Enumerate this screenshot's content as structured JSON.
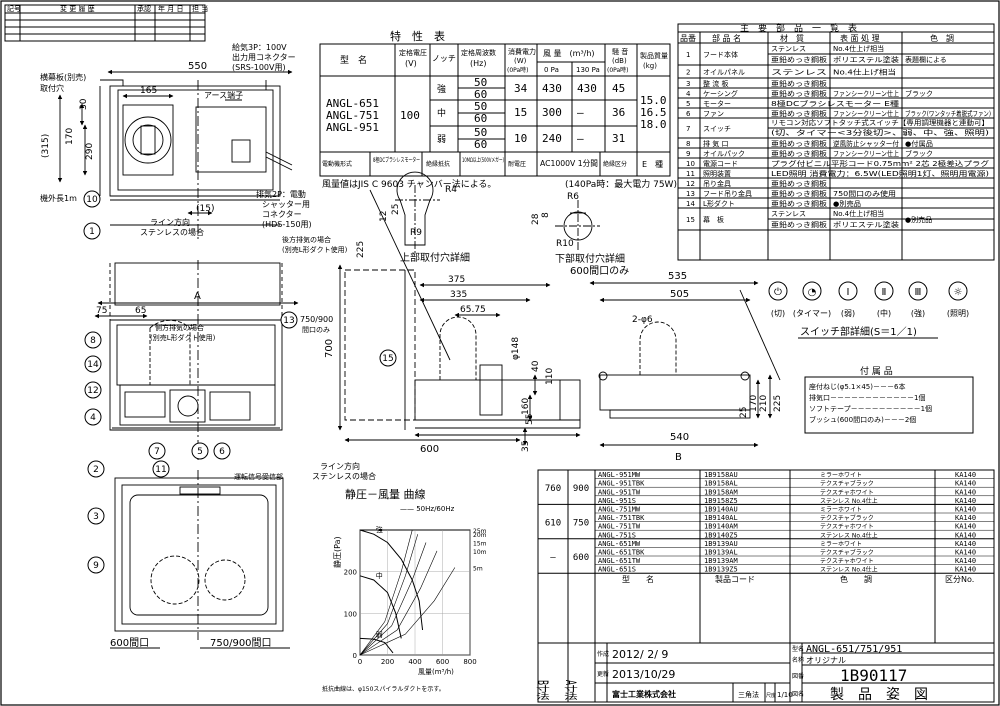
{
  "revision": {
    "headers": [
      "記号",
      "変 更 履 歴",
      "承認",
      "年 月 日",
      "担 当"
    ]
  },
  "spec": {
    "title": "特　性　表",
    "h_model": "型　名",
    "h_voltage": "定格電圧",
    "h_voltage_u": "(V)",
    "h_notch": "ノッチ",
    "h_freq": "定格周波数",
    "h_freq_u": "(Hz)",
    "h_power": "消費電力",
    "h_power_u": "(W)",
    "h_power_n": "(0Pa時)",
    "h_air": "風 量　(m³/h)",
    "h_air0": "0 Pa",
    "h_air130": "130 Pa",
    "h_noise": "騒 音",
    "h_noise_u": "(dB)",
    "h_noise_n": "(0Pa時)",
    "h_mass": "製品質量",
    "h_mass_u": "(kg)",
    "models": [
      "ANGL-651",
      "ANGL-751",
      "ANGL-951"
    ],
    "voltage": "100",
    "rows": [
      {
        "notch": "強",
        "f1": "50",
        "f2": "60",
        "power": "34",
        "a0": "430",
        "a130": "430",
        "noise": "45"
      },
      {
        "notch": "中",
        "f1": "50",
        "f2": "60",
        "power": "15",
        "a0": "300",
        "a130": "—",
        "noise": "36"
      },
      {
        "notch": "弱",
        "f1": "50",
        "f2": "60",
        "power": "10",
        "a0": "240",
        "a130": "—",
        "noise": "31"
      }
    ],
    "mass": [
      "15.0",
      "16.5",
      "18.0"
    ],
    "motor_l": "電動機形式",
    "motor_v": "8極DCブラシレスモーター",
    "ins_l": "絶縁抵抗",
    "ins_v": "10MΩ以上(500Vメガー)",
    "vol_l": "耐電圧",
    "vol_v": "AC1000V 1分間",
    "cls_l": "絶縁区分",
    "cls_v": "E　種",
    "note": "風量値はJIS C 9603 チャンバー法による。",
    "note2": "(140Pa時：最大電力 75W)"
  },
  "parts": {
    "title": "主　要　部　品　一　覧　表",
    "headers": [
      "品番",
      "部 品 名",
      "材　質",
      "表 面 処 理",
      "色　調"
    ],
    "rows": [
      {
        "no": "1",
        "name": "フード本体",
        "m1": "ステンレス",
        "s1": "No.4仕上げ相当",
        "c1": "",
        "m2": "亜鉛めっき鋼板",
        "s2": "ポリエステル塗装",
        "c2": "表題欄による"
      },
      {
        "no": "2",
        "name": "オイルパネル",
        "m": "ステンレス",
        "s": "No.4仕上げ相当",
        "c": ""
      },
      {
        "no": "3",
        "name": "整 流 板",
        "m": "亜鉛めっき鋼板",
        "s": "",
        "c": ""
      },
      {
        "no": "4",
        "name": "ケーシング",
        "m": "亜鉛めっき鋼板",
        "s": "ファンシークリーン仕上",
        "c": "ブラック"
      },
      {
        "no": "5",
        "name": "モーター",
        "m": "8極DCブラシレスモーター E種",
        "s": "",
        "c": ""
      },
      {
        "no": "6",
        "name": "ファン",
        "m": "亜鉛めっき鋼板",
        "s": "ファンシークリーン仕上",
        "c": "ブラック(ワンタッチ着脱式ファン)"
      },
      {
        "no": "7",
        "name": "スイッチ",
        "m": "リモコン対応ソフトタッチ式スイッチ【専用調理機器と連動可】",
        "m2": "(切、タイマー<3分後切>、弱、中、強、照明)"
      },
      {
        "no": "8",
        "name": "排 気 口",
        "m": "亜鉛めっき鋼板",
        "s": "逆風防止シャッター付",
        "c": "●付属品"
      },
      {
        "no": "9",
        "name": "オイルパック",
        "m": "亜鉛めっき鋼板",
        "s": "ファンシークリーン仕上",
        "c": "ブラック"
      },
      {
        "no": "10",
        "name": "電源コード",
        "m": "プラグ付ビニル平形コード0.75mm² 2芯 2極差込プラグ"
      },
      {
        "no": "11",
        "name": "照明装置",
        "m": "LED照明 消費電力：6.5W(LED照明1灯、照明用電源)"
      },
      {
        "no": "12",
        "name": "吊り金具",
        "m": "亜鉛めっき鋼板"
      },
      {
        "no": "13",
        "name": "フード吊り金具",
        "m": "亜鉛めっき鋼板",
        "s": "750間口のみ使用"
      },
      {
        "no": "14",
        "name": "L形ダクト",
        "m": "亜鉛めっき鋼板",
        "s": "●別売品"
      },
      {
        "no": "15",
        "name": "幕　板",
        "m1": "ステンレス",
        "s1": "No.4仕上げ相当",
        "m2": "亜鉛めっき鋼板",
        "s2": "ポリエステル塗装",
        "c": "●別売品"
      }
    ]
  },
  "switch": {
    "labels": [
      "(切)",
      "(タイマー)",
      "(弱)",
      "(中)",
      "(強)",
      "(照明)"
    ],
    "symbols": [
      "⏻",
      "◔",
      "Ⅰ",
      "Ⅱ",
      "Ⅲ",
      "☼"
    ],
    "title": "スイッチ部詳細(S＝1／1)"
  },
  "accessories": {
    "title": "付 属 品",
    "items": [
      "座付ねじ(φ5.1×45)－－－6本",
      "排気口－－－－－－－－－－－－1個",
      "ソフトテープ－－－－－－－－－－1個",
      "ブッシュ(600間口のみ)－－－2個"
    ]
  },
  "labels": {
    "side_plate": "横幕板(別売)",
    "mount_hole": "取付穴",
    "dim550": "550",
    "dim165": "165",
    "earth": "アース端子",
    "d30": "30",
    "d170": "170",
    "d290": "290",
    "d315": "(315)",
    "d15": "(15)",
    "conn3p": "給気3P：100V",
    "conn3p2": "出力用コネクター",
    "conn3p3": "(SRS-100V用)",
    "conn2p": "排気2P：電動",
    "conn2p2": "シャッター用",
    "conn2p3": "コネクター",
    "conn2p4": "(HDS-150用)",
    "cord": "機外長1m",
    "line_dir": "ライン方向",
    "line_ss": "ステンレスの場合",
    "rear_ex": "後方排気の場合",
    "rear_ex2": "(別売L形ダクト使用)",
    "upper_hole": "上部取付穴詳細",
    "lower_hole": "下部取付穴詳細",
    "lower_600": "600間口のみ",
    "r4": "R4",
    "d25": "25",
    "d12": "12",
    "d225": "225",
    "r9": "R9",
    "r6": "R6",
    "d8": "8",
    "d28": "28",
    "r10": "R10",
    "dimA": "A",
    "d75": "75",
    "d65": "65",
    "side_ex": "側方排気の場合",
    "side_ex2": "(別売L形ダクト使用)",
    "d13": "750/900",
    "d13b": "間口のみ",
    "d700": "700",
    "d375": "375",
    "d335": "335",
    "d6575": "65.75",
    "dphi148": "φ148",
    "d40": "40",
    "d110": "110",
    "d160": "160",
    "d55": "55",
    "d35": "35",
    "d600": "600",
    "d535": "535",
    "d505": "505",
    "d2phi6": "2-φ6",
    "d25b": "25",
    "d170b": "170",
    "d210": "210",
    "d225b": "225",
    "d540": "540",
    "dimB": "B",
    "remote": "運転信号受信部",
    "front600": "600間口",
    "front750": "750/900間口",
    "c1": "1",
    "c2": "2",
    "c3": "3",
    "c4": "4",
    "c5": "5",
    "c6": "6",
    "c7": "7",
    "c8": "8",
    "c9": "9",
    "c10": "10",
    "c11": "11",
    "c12": "12",
    "c13": "13",
    "c14": "14",
    "c15": "15"
  },
  "curve": {
    "title": "静圧－風量 曲線",
    "legend": "—— 50Hz/60Hz",
    "ylabel": "静圧(Pa)",
    "xlabel": "風量(m³/h)",
    "note": "抵抗曲線は、φ150スパイラルダクトを示す。",
    "s_strong": "強",
    "s_mid": "中",
    "s_weak": "弱"
  },
  "chart_data": {
    "type": "line",
    "title": "静圧－風量 曲線",
    "xlabel": "風量(m³/h)",
    "ylabel": "静圧(Pa)",
    "xlim": [
      0,
      800
    ],
    "ylim": [
      0,
      300
    ],
    "xticks": [
      0,
      200,
      400,
      600,
      800
    ],
    "yticks": [
      0,
      100,
      200
    ],
    "series": [
      {
        "name": "強",
        "x": [
          0,
          100,
          200,
          300,
          380,
          430,
          455
        ],
        "y": [
          300,
          290,
          270,
          230,
          180,
          130,
          60
        ]
      },
      {
        "name": "中",
        "x": [
          0,
          100,
          200,
          260,
          300
        ],
        "y": [
          190,
          180,
          150,
          100,
          40
        ]
      },
      {
        "name": "弱",
        "x": [
          0,
          100,
          180,
          240
        ],
        "y": [
          40,
          38,
          30,
          5
        ]
      }
    ],
    "resistance": [
      {
        "name": "25m",
        "x": [
          0,
          180,
          300,
          380
        ],
        "y": [
          0,
          80,
          200,
          300
        ]
      },
      {
        "name": "20m",
        "x": [
          0,
          200,
          330,
          420
        ],
        "y": [
          0,
          75,
          190,
          290
        ]
      },
      {
        "name": "15m",
        "x": [
          0,
          230,
          380,
          480
        ],
        "y": [
          0,
          70,
          180,
          270
        ]
      },
      {
        "name": "10m",
        "x": [
          0,
          270,
          440,
          560
        ],
        "y": [
          0,
          60,
          160,
          250
        ]
      },
      {
        "name": "5m",
        "x": [
          0,
          330,
          540,
          690
        ],
        "y": [
          0,
          50,
          130,
          210
        ]
      }
    ]
  },
  "models": {
    "groups": [
      {
        "b": "760",
        "a": "900",
        "rows": [
          [
            "ANGL-951MW",
            "1B9158AU",
            "ミラーホワイト",
            "KA140"
          ],
          [
            "ANGL-951TBK",
            "1B9158AL",
            "テクスチャブラック",
            "KA140"
          ],
          [
            "ANGL-951TW",
            "1B9158AM",
            "テクスチャホワイト",
            "KA140"
          ],
          [
            "ANGL-951S",
            "1B9158Z5",
            "ステンレス No.4仕上",
            "KA140"
          ]
        ]
      },
      {
        "b": "610",
        "a": "750",
        "rows": [
          [
            "ANGL-751MW",
            "1B9140AU",
            "ミラーホワイト",
            "KA140"
          ],
          [
            "ANGL-751TBK",
            "1B9140AL",
            "テクスチャブラック",
            "KA140"
          ],
          [
            "ANGL-751TW",
            "1B9140AM",
            "テクスチャホワイト",
            "KA140"
          ],
          [
            "ANGL-751S",
            "1B9140Z5",
            "ステンレス No.4仕上",
            "KA140"
          ]
        ]
      },
      {
        "b": "—",
        "a": "600",
        "rows": [
          [
            "ANGL-651MW",
            "1B9139AU",
            "ミラーホワイト",
            "KA140"
          ],
          [
            "ANGL-651TBK",
            "1B9139AL",
            "テクスチャブラック",
            "KA140"
          ],
          [
            "ANGL-651TW",
            "1B9139AM",
            "テクスチャホワイト",
            "KA140"
          ],
          [
            "ANGL-651S",
            "1B9139Z5",
            "ステンレス No.4仕上",
            "KA140"
          ]
        ]
      }
    ],
    "h_model": "型　　名",
    "h_code": "製品コード",
    "h_color": "色　　調",
    "h_class": "区分No."
  },
  "titleblock": {
    "b": "B寸法",
    "a": "A寸法",
    "made_l": "作成",
    "made": "2012/ 2/ 9",
    "rev_l": "更新",
    "rev": "2013/10/29",
    "company": "富士工業株式会社",
    "proj": "三角法",
    "scale_l": "尺度",
    "scale": "1/10",
    "type_l": "型名",
    "type": "ANGL-651/751/951",
    "name_l": "名称",
    "name": "オリジナル",
    "no_l": "図番",
    "no": "1B90117",
    "dwg_l": "図名",
    "dwg": "製　品　姿　図"
  }
}
